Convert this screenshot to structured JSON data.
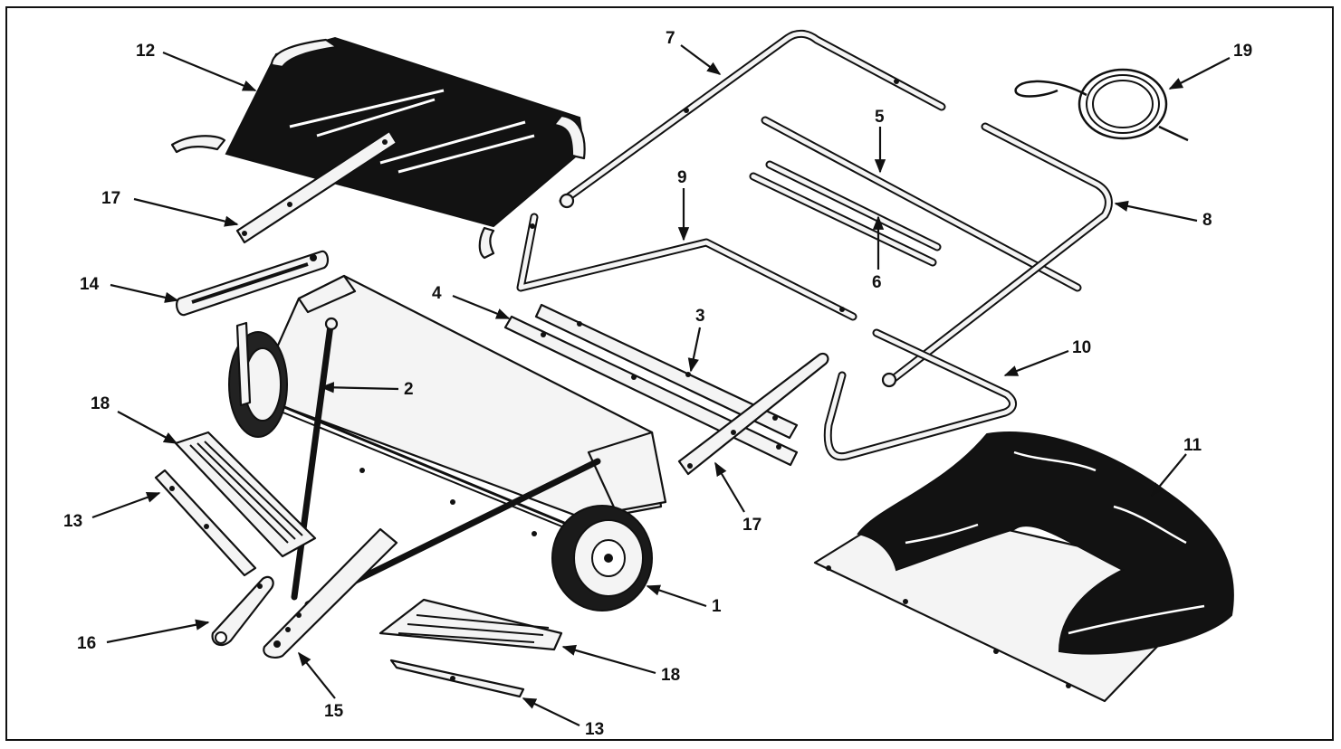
{
  "callouts": {
    "c1": "1",
    "c2": "2",
    "c3": "3",
    "c4": "4",
    "c5": "5",
    "c6": "6",
    "c7": "7",
    "c8": "8",
    "c9": "9",
    "c10": "10",
    "c11": "11",
    "c12": "12",
    "c13a": "13",
    "c13b": "13",
    "c14": "14",
    "c15": "15",
    "c16": "16",
    "c17a": "17",
    "c17b": "17",
    "c18a": "18",
    "c18b": "18",
    "c19": "19"
  },
  "colors": {
    "ink": "#111111",
    "paper": "#ffffff",
    "metal": "#f4f4f4"
  }
}
